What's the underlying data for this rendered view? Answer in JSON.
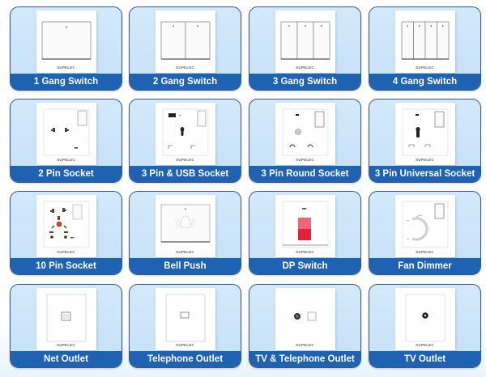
{
  "brand": "SUPELEC",
  "colors": {
    "card_background": "#cfe6fa",
    "card_border": "#3a5683",
    "label_bar": "#1e62b3",
    "label_text": "#ffffff",
    "dp_switch_red": "#e8213a"
  },
  "products": [
    {
      "label": "1 Gang Switch",
      "icon": "one-gang-switch-icon"
    },
    {
      "label": "2 Gang Switch",
      "icon": "two-gang-switch-icon"
    },
    {
      "label": "3 Gang Switch",
      "icon": "three-gang-switch-icon"
    },
    {
      "label": "4 Gang Switch",
      "icon": "four-gang-switch-icon"
    },
    {
      "label": "2 Pin Socket",
      "icon": "two-pin-socket-icon"
    },
    {
      "label": "3 Pin & USB Socket",
      "icon": "three-pin-usb-socket-icon"
    },
    {
      "label": "3 Pin Round Socket",
      "icon": "three-pin-round-socket-icon"
    },
    {
      "label": "3 Pin Universal Socket",
      "icon": "three-pin-universal-socket-icon"
    },
    {
      "label": "10 Pin Socket",
      "icon": "ten-pin-socket-icon"
    },
    {
      "label": "Bell Push",
      "icon": "bell-push-icon"
    },
    {
      "label": "DP Switch",
      "icon": "dp-switch-icon"
    },
    {
      "label": "Fan Dimmer",
      "icon": "fan-dimmer-icon"
    },
    {
      "label": "Net Outlet",
      "icon": "net-outlet-icon"
    },
    {
      "label": "Telephone Outlet",
      "icon": "telephone-outlet-icon"
    },
    {
      "label": "TV & Telephone Outlet",
      "icon": "tv-telephone-outlet-icon"
    },
    {
      "label": "TV Outlet",
      "icon": "tv-outlet-icon"
    }
  ]
}
